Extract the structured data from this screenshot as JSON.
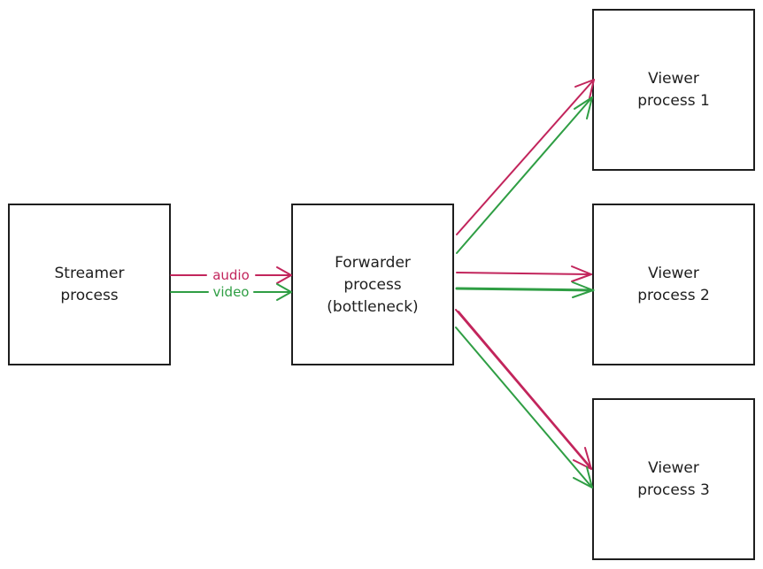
{
  "diagram": {
    "colors": {
      "audio": "#c2255c",
      "video": "#2f9e44",
      "stroke": "#1e1e1e"
    },
    "nodes": {
      "streamer": {
        "lines": [
          "Streamer",
          "process"
        ]
      },
      "forwarder": {
        "lines": [
          "Forwarder",
          "process",
          "(bottleneck)"
        ]
      },
      "viewer1": {
        "lines": [
          "Viewer",
          "process 1"
        ]
      },
      "viewer2": {
        "lines": [
          "Viewer",
          "process 2"
        ]
      },
      "viewer3": {
        "lines": [
          "Viewer",
          "process 3"
        ]
      }
    },
    "edges": {
      "audio_label": "audio",
      "video_label": "video"
    }
  }
}
